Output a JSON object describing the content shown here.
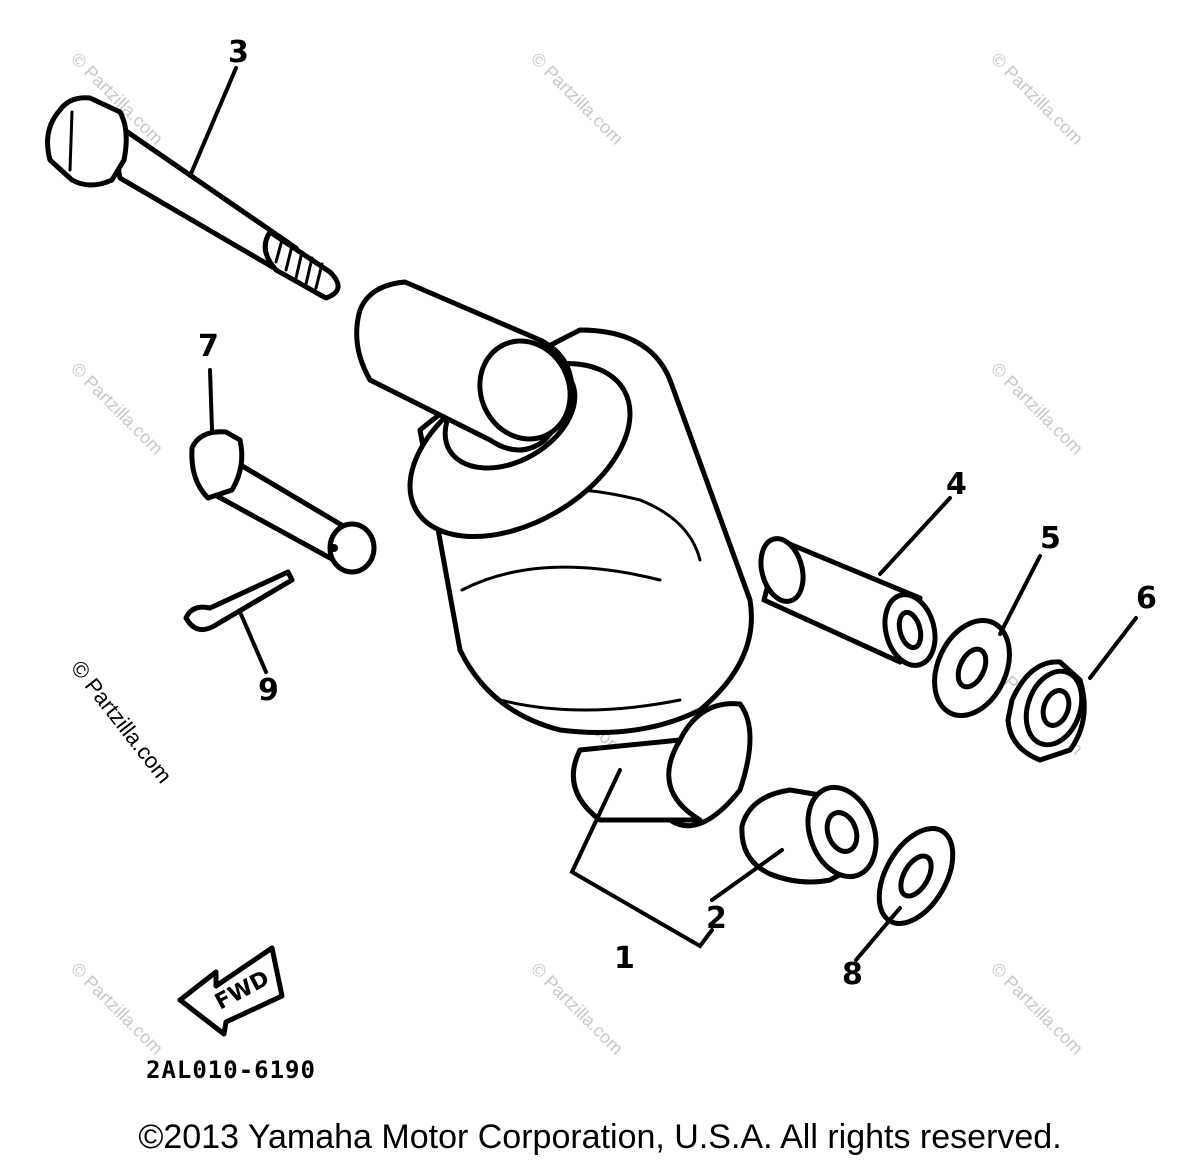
{
  "diagram": {
    "callouts": {
      "p1": "1",
      "p2": "2",
      "p3": "3",
      "p4": "4",
      "p5": "5",
      "p6": "6",
      "p7": "7",
      "p8": "8",
      "p9": "9"
    },
    "fwd_label": "FWD",
    "diagram_code": "2AL010-6190",
    "watermark": "© Partzilla.com"
  },
  "footer": {
    "copyright": "©2013 Yamaha Motor Corporation, U.S.A. All rights reserved."
  },
  "colors": {
    "line": "#000000",
    "background": "#ffffff",
    "watermark": "#c8c8c8"
  }
}
